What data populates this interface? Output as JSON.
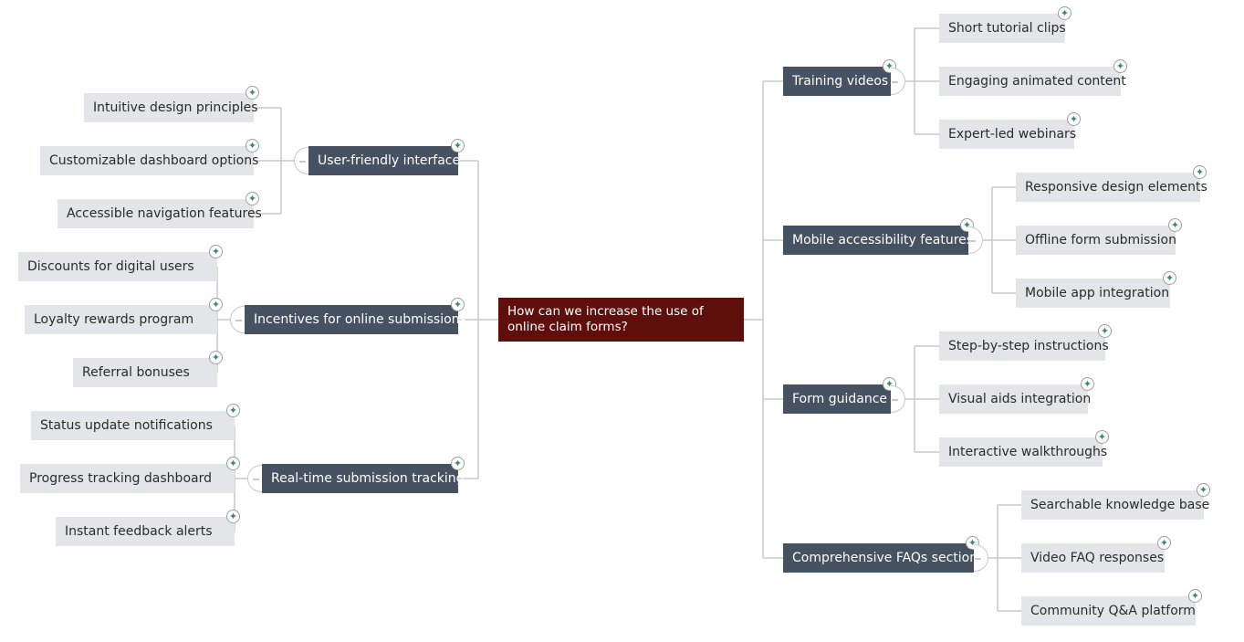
{
  "root": {
    "label": "How can we increase the use of online claim forms?"
  },
  "branches": [
    {
      "label": "User-friendly interface",
      "children": [
        "Intuitive design principles",
        "Customizable dashboard options",
        "Accessible navigation features"
      ]
    },
    {
      "label": "Incentives for online submissions",
      "children": [
        "Discounts for digital users",
        "Loyalty rewards program",
        "Referral bonuses"
      ]
    },
    {
      "label": "Real-time submission tracking",
      "children": [
        "Status update notifications",
        "Progress tracking dashboard",
        "Instant feedback alerts"
      ]
    },
    {
      "label": "Training videos",
      "children": [
        "Short tutorial clips",
        "Engaging animated content",
        "Expert-led webinars"
      ]
    },
    {
      "label": "Mobile accessibility features",
      "children": [
        "Responsive design elements",
        "Offline form submission",
        "Mobile app integration"
      ]
    },
    {
      "label": "Form guidance",
      "children": [
        "Step-by-step instructions",
        "Visual aids integration",
        "Interactive walkthroughs"
      ]
    },
    {
      "label": "Comprehensive FAQs section",
      "children": [
        "Searchable knowledge base",
        "Video FAQ responses",
        "Community Q&A platform"
      ]
    }
  ],
  "icons": {
    "expand": "plus-icon"
  },
  "colors": {
    "root": "#5e0f0b",
    "branch": "#465261",
    "leaf": "#e3e5e8",
    "connector": "#c9c9c9",
    "plus": "#3f8a6d"
  }
}
